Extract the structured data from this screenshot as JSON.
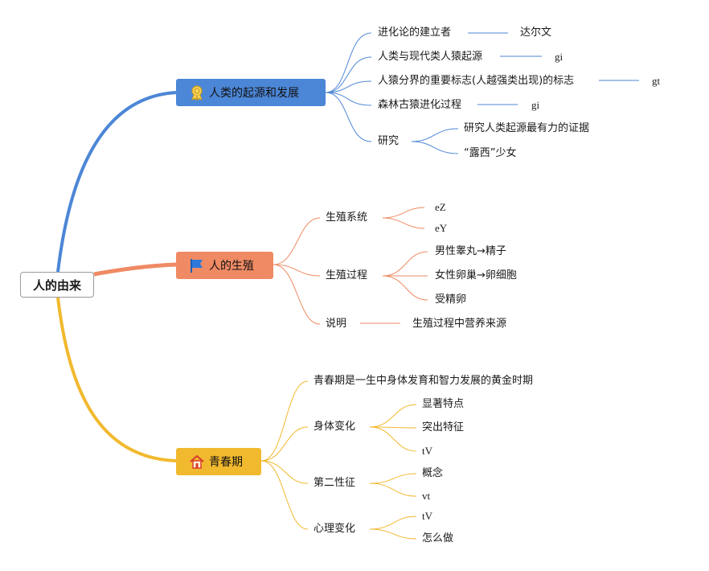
{
  "root": {
    "label": "人的由来"
  },
  "colors": {
    "blue": "#4c86d6",
    "orange": "#ef8a64",
    "yellow": "#f1b92e"
  },
  "branch1": {
    "label": "人类的起源和发展",
    "icon": "award-ribbon-icon",
    "children": {
      "c1": {
        "label": "进化论的建立者",
        "value": "达尔文"
      },
      "c2": {
        "label": "人类与现代类人猿起源",
        "value": "gi"
      },
      "c3": {
        "label": "人猿分界的重要标志(人越强类出现)的标志",
        "value": "gt"
      },
      "c4": {
        "label": "森林古猿进化过程",
        "value": "gi"
      },
      "c5": {
        "label": "研究",
        "sub1": "研究人类起源最有力的证据",
        "sub2": "“露西”少女"
      }
    }
  },
  "branch2": {
    "label": "人的生殖",
    "icon": "flag-icon",
    "children": {
      "c1": {
        "label": "生殖系统",
        "sub1": "eZ",
        "sub2": "eY"
      },
      "c2": {
        "label": "生殖过程",
        "sub1": "男性睾丸→精子",
        "sub2": "女性卵巢→卵细胞",
        "sub3": "受精卵"
      },
      "c3": {
        "label": "说明",
        "value": "生殖过程中营养来源"
      }
    }
  },
  "branch3": {
    "label": "青春期",
    "icon": "house-icon",
    "children": {
      "c1": {
        "label": "青春期是一生中身体发育和智力发展的黄金时期"
      },
      "c2": {
        "label": "身体变化",
        "sub1": "显著特点",
        "sub2": "突出特征",
        "sub3": "tV"
      },
      "c3": {
        "label": "第二性征",
        "sub1": "概念",
        "sub2": "vt"
      },
      "c4": {
        "label": "心理变化",
        "sub1": "tV",
        "sub2": "怎么做"
      }
    }
  }
}
